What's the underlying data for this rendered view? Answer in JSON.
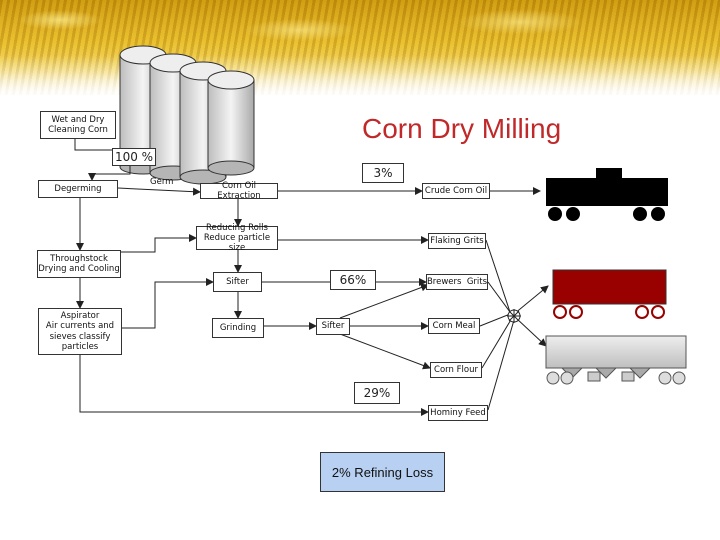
{
  "title": "Corn Dry Milling",
  "steps": {
    "cleaning": "Wet and Dry\nCleaning Corn",
    "degerming": "Degerming",
    "throughstock": "Throughstock\nDrying and Cooling",
    "aspirator": "Aspirator\nAir currents and\nsieves classify\nparticles",
    "oil_extraction": "Corn Oil Extraction",
    "reducing_rolls": "Reducing Rolls\nReduce particle size",
    "sifter_1": "Sifter",
    "grinding": "Grinding",
    "sifter_2": "Sifter"
  },
  "stream_labels": {
    "germ": "Germ"
  },
  "percentages": {
    "input": "100 %",
    "oil": "3%",
    "grits": "66%",
    "feed": "29%"
  },
  "products": {
    "crude_oil": "Crude Corn Oil",
    "flaking_grits": "Flaking Grits",
    "brewers_grits": "Brewers  Grits",
    "corn_meal": "Corn Meal",
    "corn_flour": "Corn Flour",
    "hominy_feed": "Hominy Feed"
  },
  "refining_loss": "2% Refining Loss",
  "colors": {
    "title": "#c0282a",
    "tank_car": "#000000",
    "box_car": "#990000",
    "hopper_car": "#d9d9d9",
    "refining_box": "#b8d0f2"
  }
}
